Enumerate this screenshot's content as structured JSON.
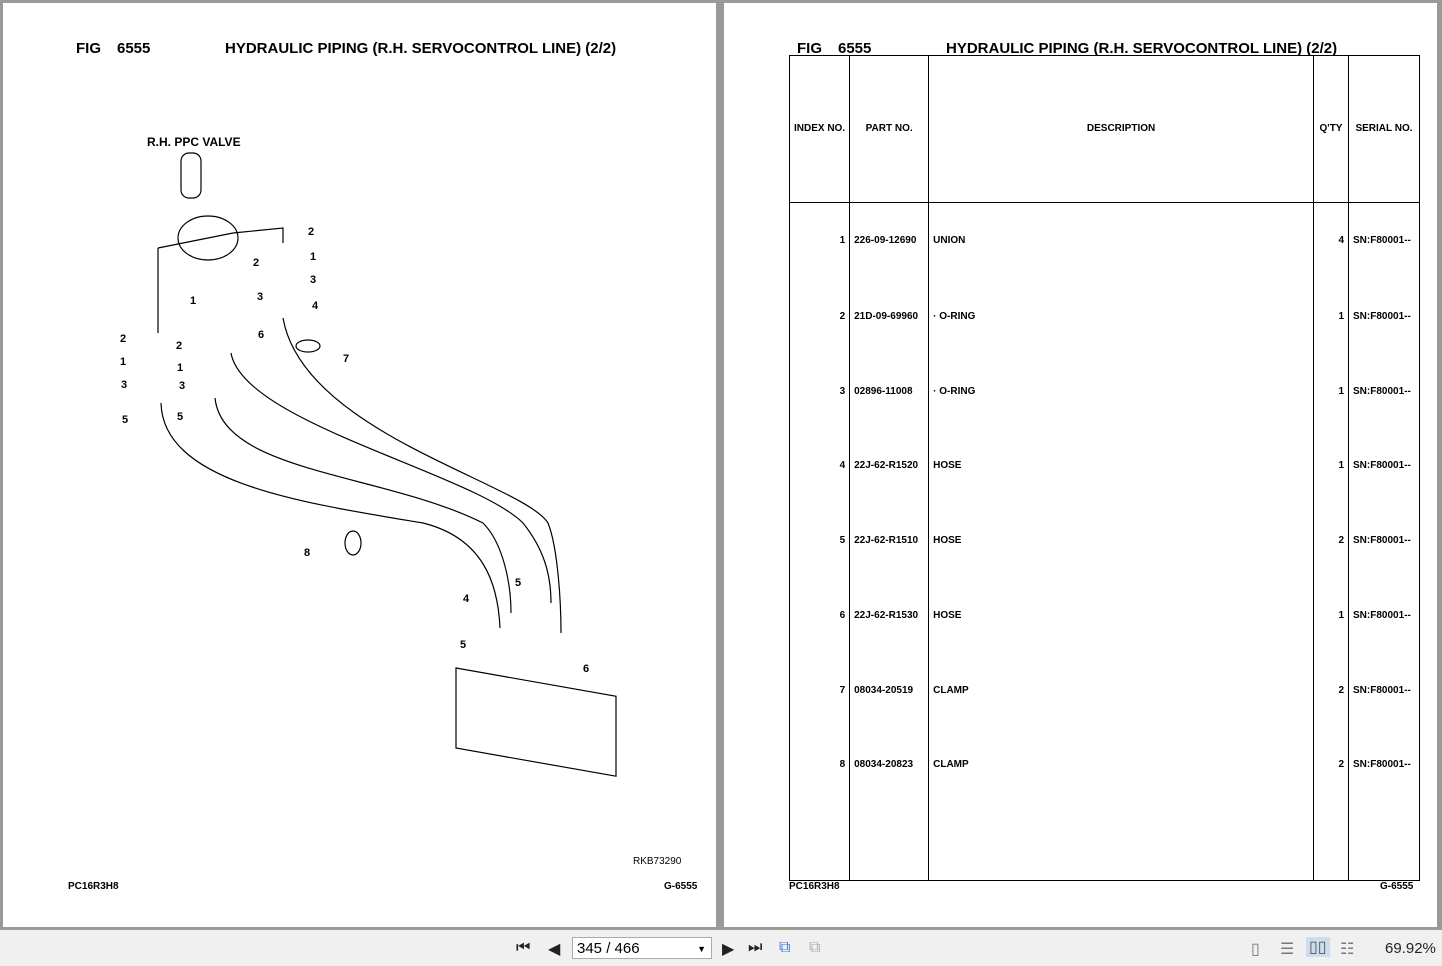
{
  "left_page": {
    "fig_label": "FIG",
    "fig_no": "6555",
    "title": "HYDRAULIC PIPING (R.H. SERVOCONTROL LINE) (2/2)",
    "valve_label": "R.H. PPC VALVE",
    "drawing_no": "RKB73290",
    "model": "PC16R3H8",
    "page_code": "G-6555",
    "callouts": [
      "2",
      "1",
      "3",
      "4",
      "2",
      "1",
      "3",
      "6",
      "7",
      "2",
      "1",
      "3",
      "5",
      "2",
      "1",
      "3",
      "5",
      "8",
      "4",
      "5",
      "5",
      "6"
    ]
  },
  "right_page": {
    "fig_label": "FIG",
    "fig_no": "6555",
    "title": "HYDRAULIC PIPING (R.H. SERVOCONTROL LINE) (2/2)",
    "model": "PC16R3H8",
    "page_code": "G-6555",
    "headers": {
      "index": "INDEX NO.",
      "part": "PART NO.",
      "desc": "DESCRIPTION",
      "qty": "Q'TY",
      "serial": "SERIAL NO."
    },
    "rows": [
      {
        "i": "1",
        "p": "226-09-12690",
        "d": "UNION",
        "q": "4",
        "s": "SN:F80001--"
      },
      {
        "i": "2",
        "p": "21D-09-69960",
        "d": "·  O-RING",
        "q": "1",
        "s": "SN:F80001--"
      },
      {
        "i": "3",
        "p": "02896-11008",
        "d": "·  O-RING",
        "q": "1",
        "s": "SN:F80001--"
      },
      {
        "i": "4",
        "p": "22J-62-R1520",
        "d": "HOSE",
        "q": "1",
        "s": "SN:F80001--"
      },
      {
        "i": "5",
        "p": "22J-62-R1510",
        "d": "HOSE",
        "q": "2",
        "s": "SN:F80001--"
      },
      {
        "i": "6",
        "p": "22J-62-R1530",
        "d": "HOSE",
        "q": "1",
        "s": "SN:F80001--"
      },
      {
        "i": "7",
        "p": "08034-20519",
        "d": "CLAMP",
        "q": "2",
        "s": "SN:F80001--"
      },
      {
        "i": "8",
        "p": "08034-20823",
        "d": "CLAMP",
        "q": "2",
        "s": "SN:F80001--"
      }
    ]
  },
  "toolbar": {
    "page_value": "345 / 466",
    "zoom": "69.92%"
  }
}
